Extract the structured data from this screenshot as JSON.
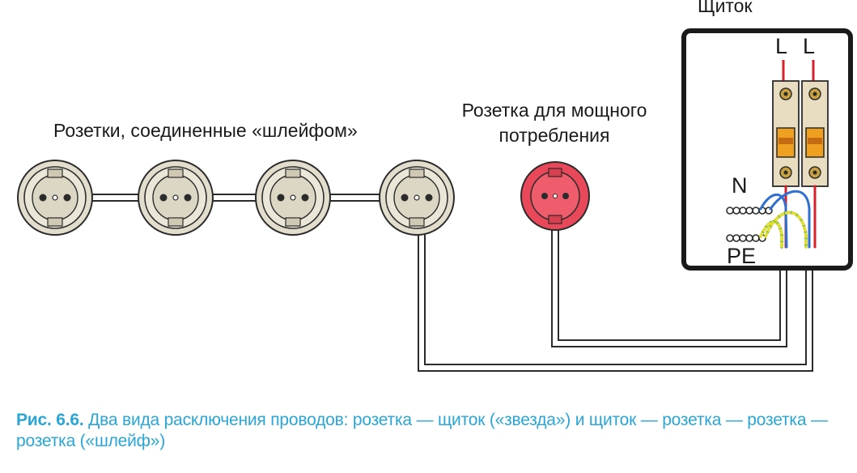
{
  "labels": {
    "panel": "Щиток",
    "loop_sockets": "Розетки, соединенные «шлейфом»",
    "power_socket": [
      "Розетка для мощного",
      "потребления"
    ],
    "L_left": "L",
    "L_right": "L",
    "N": "N",
    "PE": "PE"
  },
  "caption": {
    "number": "Рис. 6.6.",
    "text": " Два вида расключения проводов: розетка — щиток («звезда») и щиток — розетка — розетка — розетка («шлейф»)"
  },
  "colors": {
    "socket_face": "#e2ddcc",
    "power_socket": "#e8485a",
    "caption": "#2aa6d6",
    "phase_wire": "#d8202c",
    "neutral_wire": "#2f6fd0",
    "ground_wire": "#e8e030",
    "breaker": "#e8ddc0",
    "breaker_lever": "#f0a020"
  },
  "icons": {
    "socket": "schuko-socket-icon",
    "breaker": "circuit-breaker-icon",
    "terminal": "terminal-block-icon"
  }
}
